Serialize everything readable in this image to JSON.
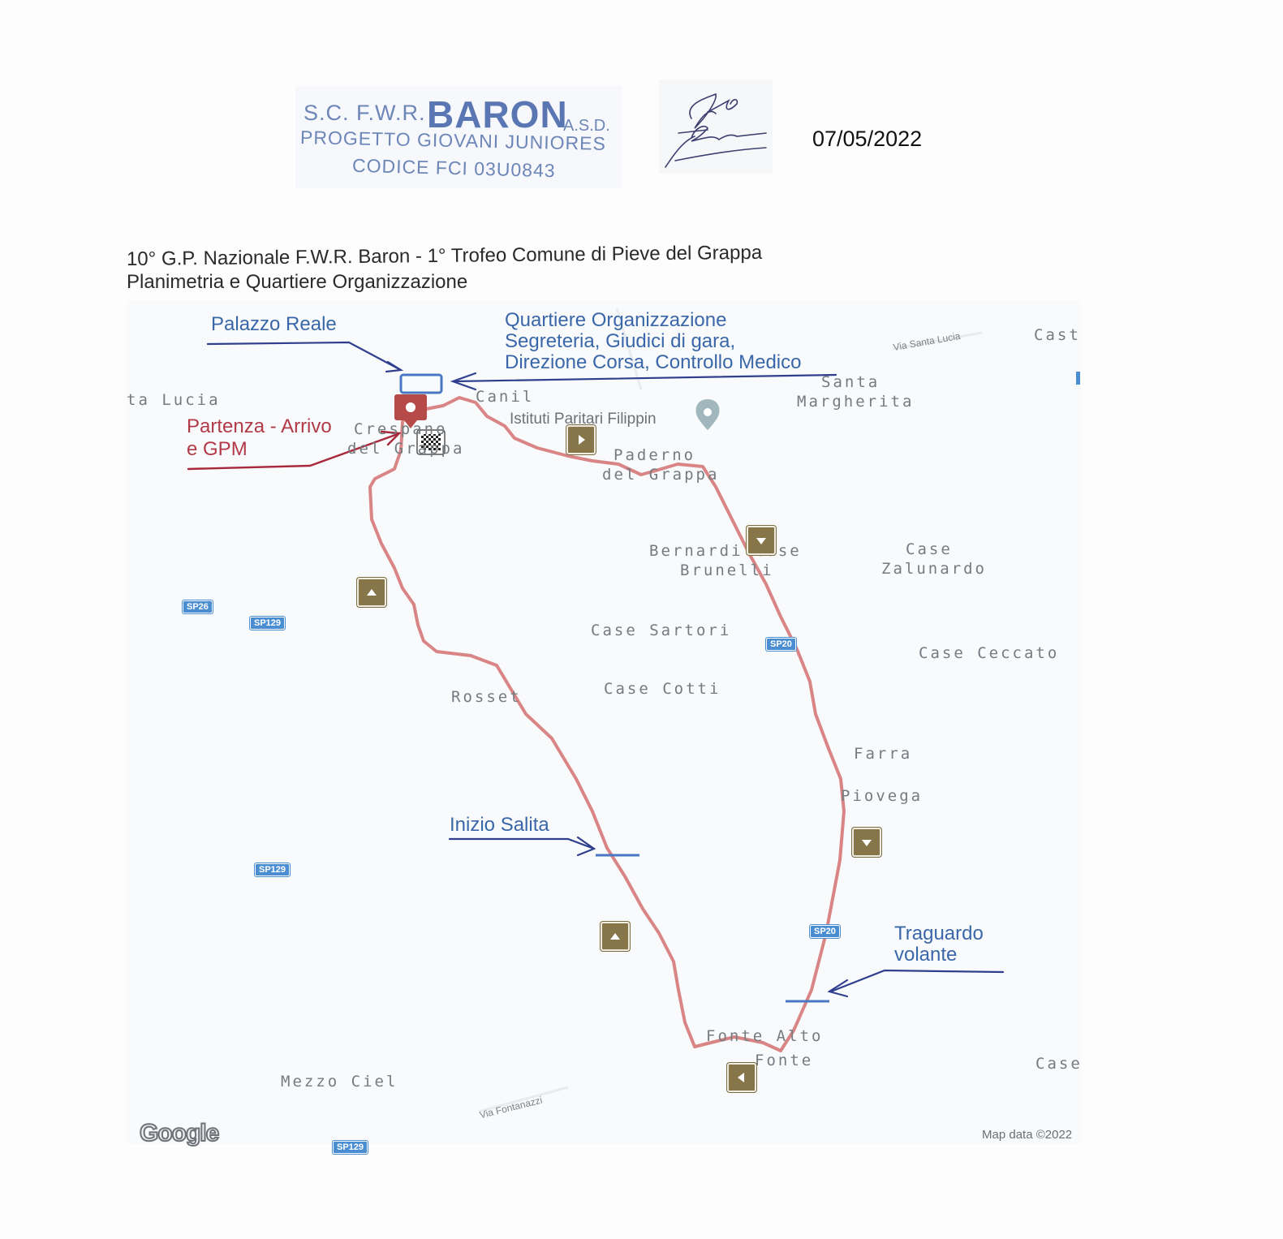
{
  "stamp": {
    "line1_prefix": "S.C. F.W.R.",
    "line1_name": "BARON",
    "line1_suffix": "A.S.D.",
    "line2": "PROGETTO GIOVANI JUNIORES",
    "line3": "CODICE FCI 03U0843",
    "color": "#6d86b8"
  },
  "document": {
    "date": "07/05/2022",
    "title_line1": "10° G.P. Nazionale F.W.R. Baron - 1° Trofeo Comune  di Pieve del Grappa",
    "title_line2": "Planimetria e Quartiere Organizzazione"
  },
  "annotations": {
    "palazzo": "Palazzo Reale",
    "quartiere_1": "Quartiere Organizzazione",
    "quartiere_2": "Segreteria, Giudici di gara,",
    "quartiere_3": "Direzione Corsa, Controllo Medico",
    "partenza_1": "Partenza - Arrivo",
    "partenza_2": "e GPM",
    "inizio_salita": "Inizio Salita",
    "traguardo_1": "Traguardo",
    "traguardo_2": "volante",
    "blue": "#3a67a9",
    "red": "#b23a48"
  },
  "map": {
    "route_color": "#d98585",
    "places": {
      "santa_lucia": "ta Lucia",
      "canil": "Canil",
      "crespano_1": "Crespano",
      "crespano_2": "del Grappa",
      "paderno_1": "Paderno",
      "paderno_2": "del Grappa",
      "santa_1": "Santa",
      "santa_2": "Margherita",
      "cast": "Cast",
      "bernardi": "Bernardi Case",
      "brunelli": "Brunelli",
      "case_zal_1": "Case",
      "case_zal_2": "Zalunardo",
      "case_sartori": "Case Sartori",
      "case_ceccato": "Case Ceccato",
      "rosset": "Rosset",
      "case_cotti": "Case Cotti",
      "farra": "Farra",
      "piovega": "Piovega",
      "fonte_alto": "Fonte Alto",
      "fonte": "Fonte",
      "case": "Case",
      "mezzo_ciel": "Mezzo Ciel"
    },
    "poi": "Istituti Paritari Filippin",
    "roads": {
      "via_santa_lucia": "Via Santa Lucia",
      "via_fontanazzi": "Via Fontanazzi"
    },
    "shields": {
      "sp26": "SP26",
      "sp129_a": "SP129",
      "sp129_b": "SP129",
      "sp129_c": "SP129",
      "sp20_a": "SP20",
      "sp20_b": "SP20"
    },
    "markers": {
      "right": "arrow-right-icon",
      "down_1": "arrow-down-icon",
      "up_1": "arrow-up-icon",
      "down_2": "arrow-down-icon",
      "up_2": "arrow-up-icon",
      "left": "arrow-left-icon"
    },
    "logo": "Google",
    "attribution": "Map data ©2022"
  }
}
